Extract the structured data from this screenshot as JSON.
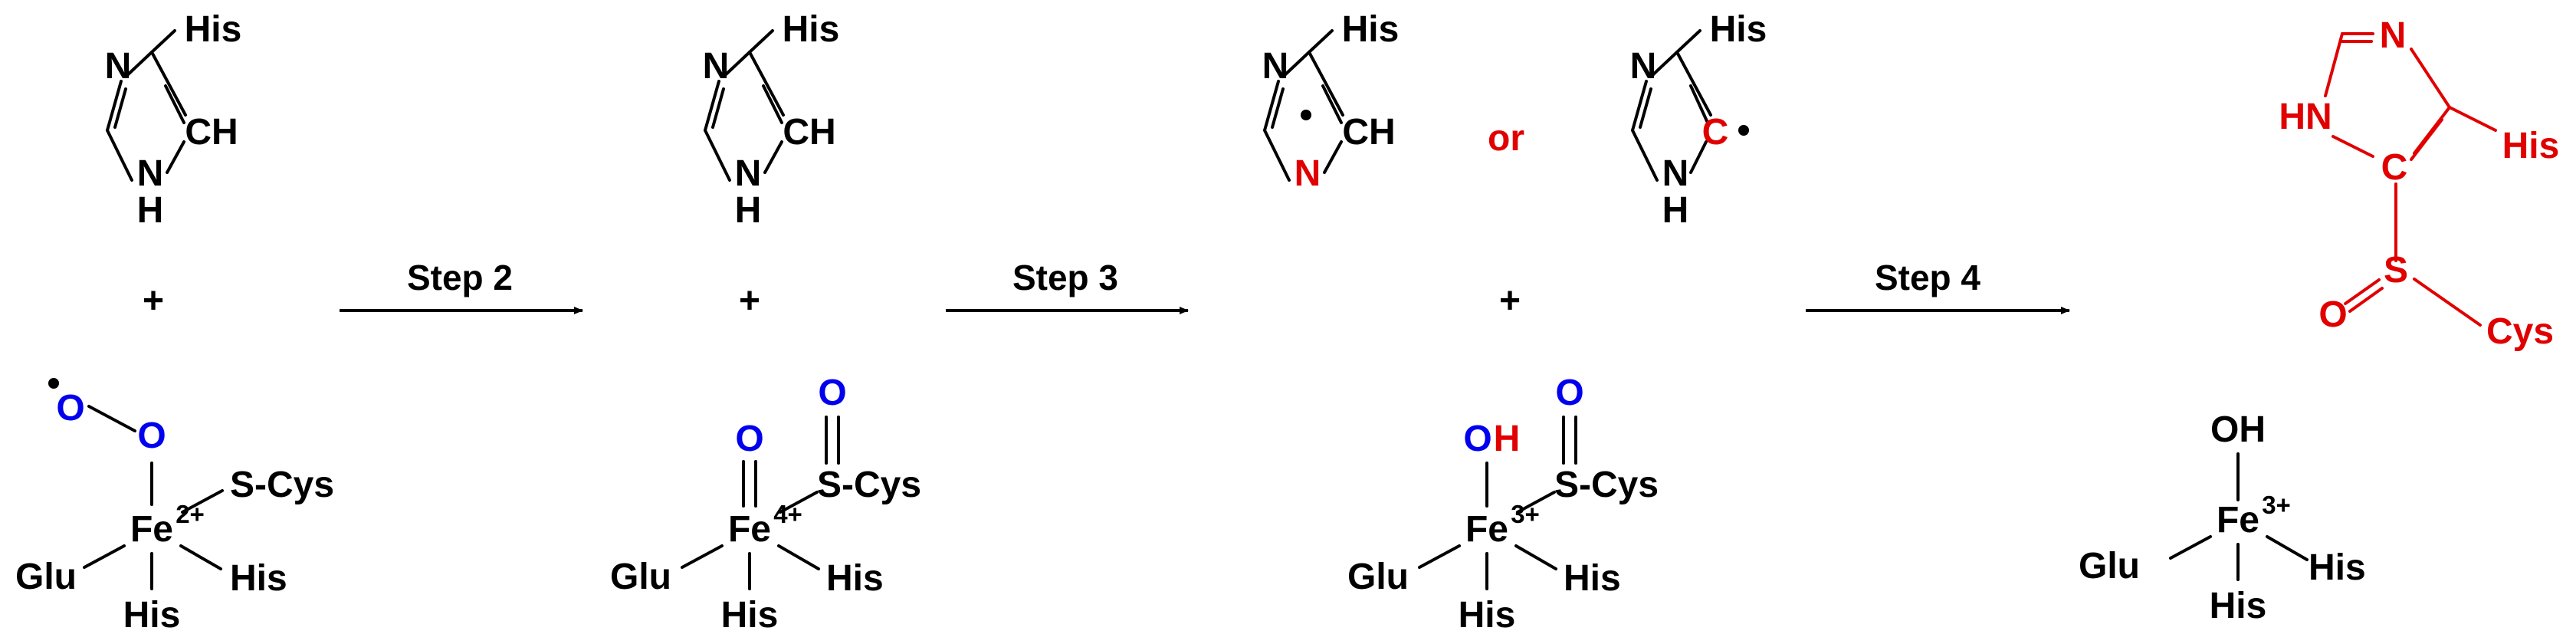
{
  "colors": {
    "black": "#000000",
    "blue": "#0000ee",
    "red": "#e00000"
  },
  "labels": {
    "N": "N",
    "NH": "NH",
    "H": "H",
    "CH": "CH",
    "C": "C",
    "HN": "HN",
    "His": "His",
    "Glu": "Glu",
    "Cys": "Cys",
    "S": "S",
    "SCys": "S-Cys",
    "O": "O",
    "OH_O": "O",
    "OH_H": "H",
    "OH": "OH",
    "Fe": "Fe",
    "plus": "+",
    "or": "or",
    "ox2": "2+",
    "ox3": "3+",
    "ox4": "4+"
  },
  "steps": {
    "step2": "Step 2",
    "step3": "Step 3",
    "step4": "Step 4"
  }
}
